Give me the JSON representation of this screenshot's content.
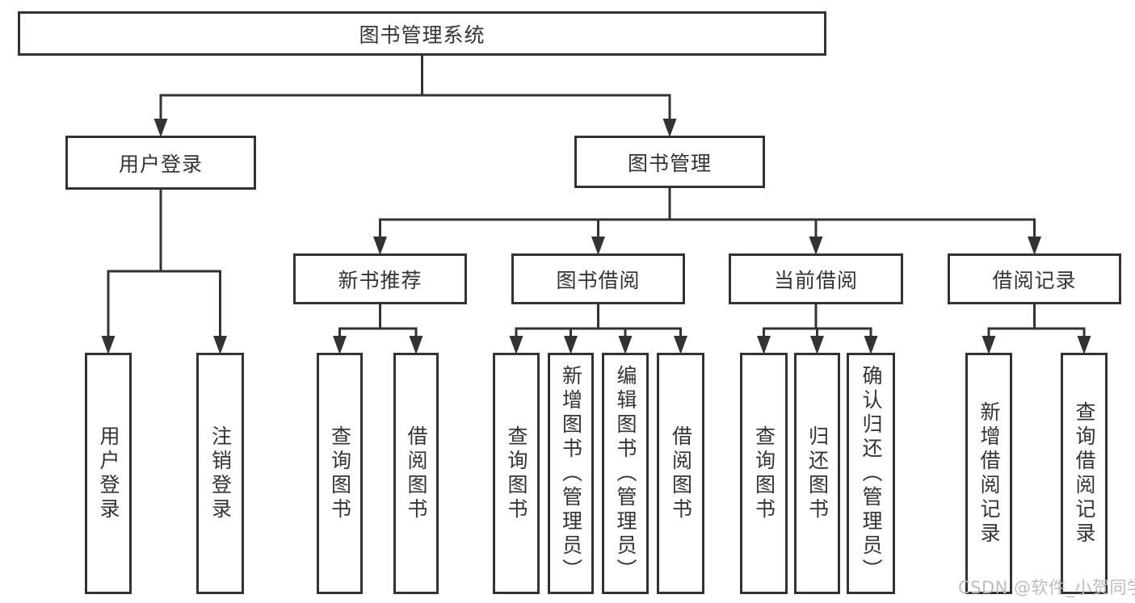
{
  "diagram_title": "图书管理系统",
  "colors": {
    "line": "#333333",
    "text": "#333333",
    "background": "#ffffff",
    "watermark": "#bdbdbd"
  },
  "watermark": {
    "text": "CSDN @软件_小贺同学"
  },
  "nodes": [
    {
      "id": "root",
      "label": "图书管理系统",
      "parent": null,
      "vertical": false
    },
    {
      "id": "user-login",
      "label": "用户登录",
      "parent": "root",
      "vertical": false
    },
    {
      "id": "book-mgmt",
      "label": "图书管理",
      "parent": "root",
      "vertical": false
    },
    {
      "id": "leaf-user-login",
      "label": "用户登录",
      "parent": "user-login",
      "vertical": true
    },
    {
      "id": "leaf-logout",
      "label": "注销登录",
      "parent": "user-login",
      "vertical": true
    },
    {
      "id": "new-books",
      "label": "新书推荐",
      "parent": "book-mgmt",
      "vertical": false
    },
    {
      "id": "book-borrow",
      "label": "图书借阅",
      "parent": "book-mgmt",
      "vertical": false
    },
    {
      "id": "current-borrow",
      "label": "当前借阅",
      "parent": "book-mgmt",
      "vertical": false
    },
    {
      "id": "borrow-records",
      "label": "借阅记录",
      "parent": "book-mgmt",
      "vertical": false
    },
    {
      "id": "nb-query",
      "label": "查询图书",
      "parent": "new-books",
      "vertical": true
    },
    {
      "id": "nb-borrow",
      "label": "借阅图书",
      "parent": "new-books",
      "vertical": true
    },
    {
      "id": "bb-query",
      "label": "查询图书",
      "parent": "book-borrow",
      "vertical": true
    },
    {
      "id": "bb-add",
      "label": "新增图书（管理员）",
      "parent": "book-borrow",
      "vertical": true
    },
    {
      "id": "bb-edit",
      "label": "编辑图书（管理员）",
      "parent": "book-borrow",
      "vertical": true
    },
    {
      "id": "bb-borrow",
      "label": "借阅图书",
      "parent": "book-borrow",
      "vertical": true
    },
    {
      "id": "cb-query",
      "label": "查询图书",
      "parent": "current-borrow",
      "vertical": true
    },
    {
      "id": "cb-return",
      "label": "归还图书",
      "parent": "current-borrow",
      "vertical": true
    },
    {
      "id": "cb-confirm",
      "label": "确认归还（管理员）",
      "parent": "current-borrow",
      "vertical": true
    },
    {
      "id": "br-add",
      "label": "新增借阅记录",
      "parent": "borrow-records",
      "vertical": true
    },
    {
      "id": "br-query",
      "label": "查询借阅记录",
      "parent": "borrow-records",
      "vertical": true
    }
  ]
}
